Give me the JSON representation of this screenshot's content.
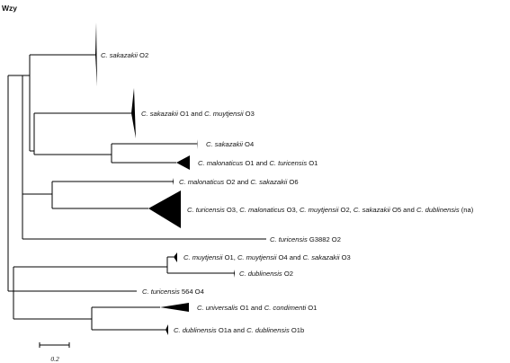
{
  "title": "Wzy",
  "scale_bar": {
    "label": "0.2"
  },
  "tips": [
    {
      "id": "t1",
      "parts": [
        {
          "text": "C. sakazakii",
          "italic": true
        },
        {
          "text": " O2",
          "italic": false
        }
      ]
    },
    {
      "id": "t2",
      "parts": [
        {
          "text": "C. sakazakii",
          "italic": true
        },
        {
          "text": " O1 and ",
          "italic": false
        },
        {
          "text": "C. muytjensii",
          "italic": true
        },
        {
          "text": " O3",
          "italic": false
        }
      ]
    },
    {
      "id": "t3",
      "parts": [
        {
          "text": "C. sakazakii",
          "italic": true
        },
        {
          "text": " O4",
          "italic": false
        }
      ]
    },
    {
      "id": "t4",
      "parts": [
        {
          "text": "C. malonaticus",
          "italic": true
        },
        {
          "text": " O1 and ",
          "italic": false
        },
        {
          "text": "C. turicensis",
          "italic": true
        },
        {
          "text": " O1",
          "italic": false
        }
      ]
    },
    {
      "id": "t5",
      "parts": [
        {
          "text": "C. malonaticus",
          "italic": true
        },
        {
          "text": " O2 and ",
          "italic": false
        },
        {
          "text": "C. sakazakii",
          "italic": true
        },
        {
          "text": " O6",
          "italic": false
        }
      ]
    },
    {
      "id": "t6",
      "parts": [
        {
          "text": "C. turicensis",
          "italic": true
        },
        {
          "text": " O3, ",
          "italic": false
        },
        {
          "text": "C. malonaticus",
          "italic": true
        },
        {
          "text": " O3, ",
          "italic": false
        },
        {
          "text": "C. muytjensii",
          "italic": true
        },
        {
          "text": " O2, ",
          "italic": false
        },
        {
          "text": "C. sakazakii",
          "italic": true
        },
        {
          "text": " O5 and ",
          "italic": false
        },
        {
          "text": "C. dublinensis",
          "italic": true
        },
        {
          "text": " (na)",
          "italic": false
        }
      ]
    },
    {
      "id": "t7",
      "parts": [
        {
          "text": "C. turicensis",
          "italic": true
        },
        {
          "text": " G3882 O2",
          "italic": false
        }
      ]
    },
    {
      "id": "t8",
      "parts": [
        {
          "text": "C. muytjensii",
          "italic": true
        },
        {
          "text": " O1, ",
          "italic": false
        },
        {
          "text": "C. muytjensii",
          "italic": true
        },
        {
          "text": " O4 and ",
          "italic": false
        },
        {
          "text": "C. sakazakii",
          "italic": true
        },
        {
          "text": " O3",
          "italic": false
        }
      ]
    },
    {
      "id": "t9",
      "parts": [
        {
          "text": "C. dublinensis",
          "italic": true
        },
        {
          "text": " O2",
          "italic": false
        }
      ]
    },
    {
      "id": "t10",
      "parts": [
        {
          "text": "C. turicensis",
          "italic": true
        },
        {
          "text": " 564 O4",
          "italic": false
        }
      ]
    },
    {
      "id": "t11",
      "parts": [
        {
          "text": "C. universalis",
          "italic": true
        },
        {
          "text": " O1 and ",
          "italic": false
        },
        {
          "text": "C. condimenti",
          "italic": true
        },
        {
          "text": " O1",
          "italic": false
        }
      ]
    },
    {
      "id": "t12",
      "parts": [
        {
          "text": "C. dublinensis",
          "italic": true
        },
        {
          "text": " O1a and ",
          "italic": false
        },
        {
          "text": "C. dublinensis",
          "italic": true
        },
        {
          "text": " O1b",
          "italic": false
        }
      ]
    }
  ]
}
